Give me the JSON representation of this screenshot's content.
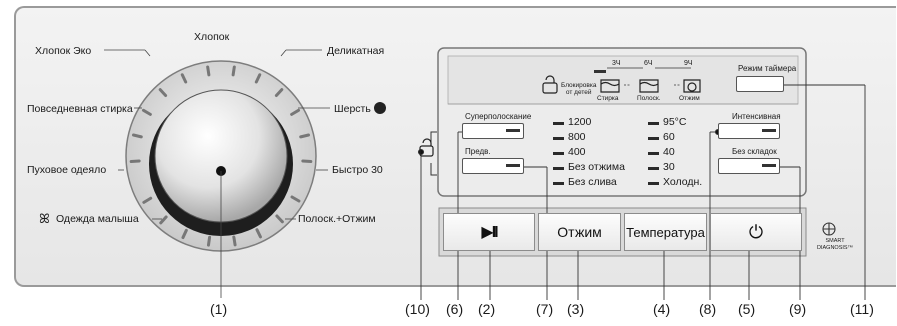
{
  "dial": {
    "programs": {
      "eco_cotton": "Хлопок Эко",
      "cotton": "Хлопок",
      "delicate": "Деликатная",
      "everyday": "Повседневная стирка",
      "wool": "Шерсть",
      "duvet": "Пуховое одеяло",
      "quick30": "Быстро 30",
      "baby": "Одежда малыша",
      "rinse_spin": "Полоск.+Отжим"
    }
  },
  "display": {
    "child_lock": "Блокировка\nот детей",
    "timer_hours": [
      "3Ч",
      "6Ч",
      "9Ч"
    ],
    "phases": [
      "Стирка",
      "Полоск.",
      "Отжим"
    ],
    "timer_mode_label": "Режим таймера",
    "super_rinse_label": "Суперполоскание",
    "prewash_label": "Предв.",
    "intensive_label": "Интенсивная",
    "no_wrinkle_label": "Без складок",
    "spin_options": [
      "1200",
      "800",
      "400",
      "Без отжима",
      "Без слива"
    ],
    "temp_options": [
      "95°C",
      "60",
      "40",
      "30",
      "Холодн."
    ]
  },
  "buttons": {
    "start_pause": "▶II",
    "spin": "Отжим",
    "temperature": "Температура",
    "power": "⏻"
  },
  "badge": {
    "smart": "SMART\nDIAGNOSIS™"
  },
  "callouts": [
    "(10)",
    "(6)",
    "(2)",
    "(7)",
    "(3)",
    "(4)",
    "(8)",
    "(5)",
    "(9)",
    "(11)",
    "(1)"
  ]
}
